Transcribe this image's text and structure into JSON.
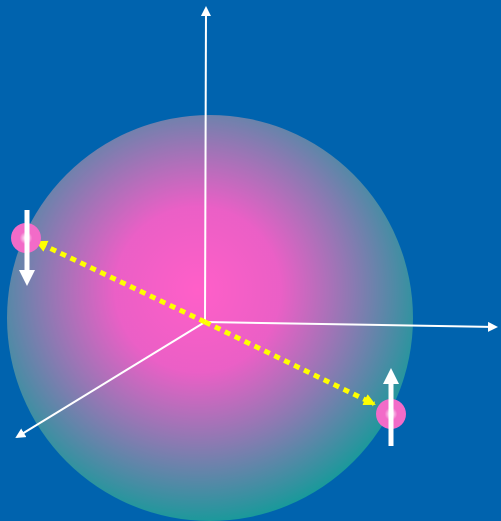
{
  "colors": {
    "background": "#0063AE",
    "sphere_center": "#FF5FC8",
    "sphere_edge": "#169A9A",
    "axis": "#FFFFFF",
    "separation_line": "#FFFF00",
    "particle_center": "#FFFFFF",
    "particle_body": "#F26BC8",
    "spin_arrow": "#FFFFFF"
  },
  "diagram": {
    "axes": [
      "z-axis",
      "x-axis",
      "y-axis"
    ],
    "particles": [
      {
        "name": "particle-left",
        "spin": "down"
      },
      {
        "name": "particle-right",
        "spin": "up"
      }
    ]
  }
}
